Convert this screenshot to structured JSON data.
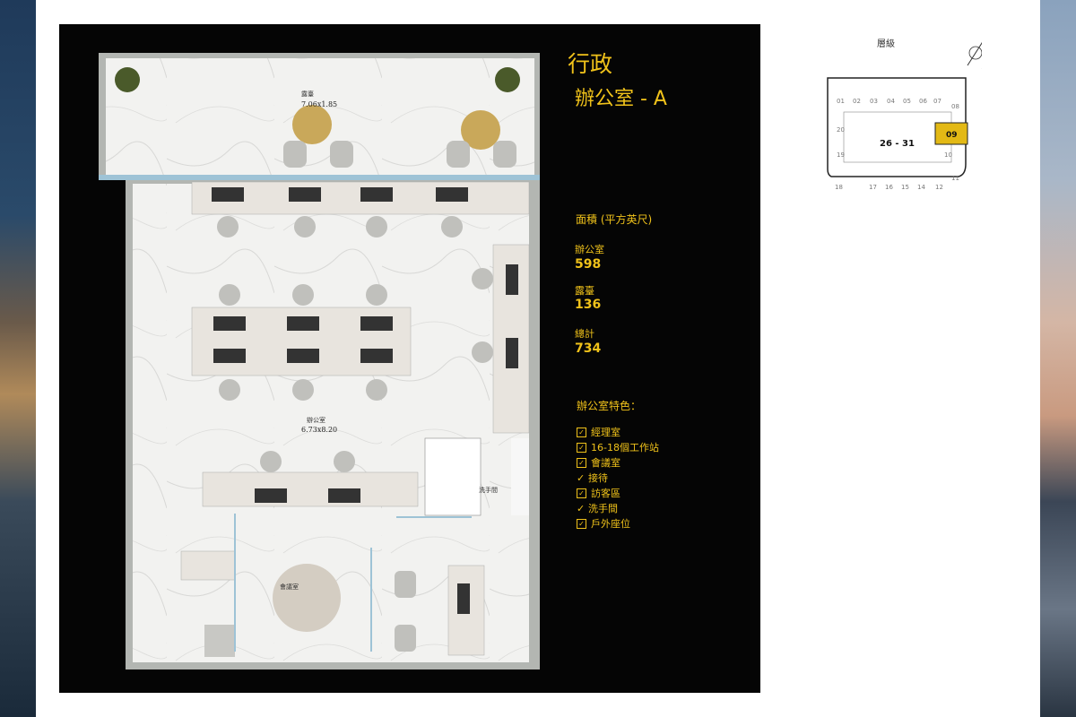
{
  "title": {
    "line1": "行政",
    "line2": "辦公室 - A"
  },
  "area": {
    "heading": "面積 (平方英尺)",
    "items": [
      {
        "label": "辦公室",
        "value": "598"
      },
      {
        "label": "露臺",
        "value": "136"
      },
      {
        "label": "總計",
        "value": "734"
      }
    ]
  },
  "features": {
    "heading": "辦公室特色：",
    "items": [
      {
        "label": "經理室",
        "marker": "box"
      },
      {
        "label": "16-18個工作站",
        "marker": "box"
      },
      {
        "label": "會議室",
        "marker": "box"
      },
      {
        "label": "接待",
        "marker": "tick"
      },
      {
        "label": "訪客區",
        "marker": "box"
      },
      {
        "label": "洗手間",
        "marker": "tick"
      },
      {
        "label": "戶外座位",
        "marker": "box"
      }
    ]
  },
  "floorplan": {
    "terrace": {
      "label": "露臺",
      "dims": "7.06x1.85"
    },
    "office": {
      "label": "辦公室",
      "dims": "6.73x8.20"
    },
    "washroom": {
      "label": "洗手間"
    },
    "meeting": {
      "label": "會議室"
    }
  },
  "keyplan": {
    "heading": "層級",
    "floor_range": "26 - 31",
    "selected_unit": "09",
    "units": [
      "01",
      "02",
      "03",
      "04",
      "05",
      "06",
      "07",
      "08",
      "09",
      "10",
      "11",
      "12",
      "14",
      "15",
      "16",
      "17",
      "18",
      "19",
      "20"
    ],
    "highlight_color": "#e3b915"
  },
  "colors": {
    "accent": "#f0c21a",
    "panel": "#050505"
  },
  "icons": {
    "compass": "compass-icon",
    "checkbox": "checkbox-icon"
  }
}
